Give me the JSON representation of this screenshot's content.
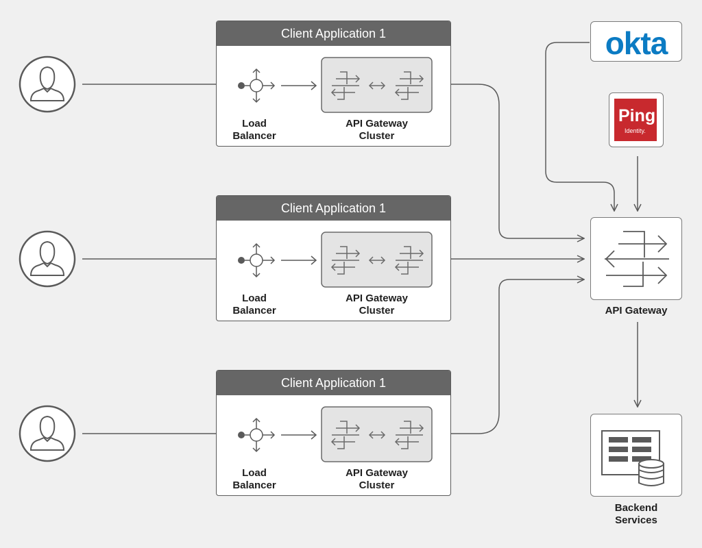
{
  "users": [
    {
      "icon": "user-icon"
    },
    {
      "icon": "user-icon"
    },
    {
      "icon": "user-icon"
    }
  ],
  "clients": [
    {
      "title": "Client Application 1",
      "lb_line1": "Load",
      "lb_line2": "Balancer",
      "cluster_line1": "API Gateway",
      "cluster_line2": "Cluster"
    },
    {
      "title": "Client Application 1",
      "lb_line1": "Load",
      "lb_line2": "Balancer",
      "cluster_line1": "API Gateway",
      "cluster_line2": "Cluster"
    },
    {
      "title": "Client Application 1",
      "lb_line1": "Load",
      "lb_line2": "Balancer",
      "cluster_line1": "API Gateway",
      "cluster_line2": "Cluster"
    }
  ],
  "identity_providers": {
    "okta": {
      "logo_text": "okta"
    },
    "ping": {
      "logo_text": "Ping",
      "logo_subtext": "Identity."
    }
  },
  "gateway": {
    "label": "API Gateway"
  },
  "backend": {
    "label_line1": "Backend",
    "label_line2": "Services"
  },
  "colors": {
    "background": "#f0f0f0",
    "header": "#666666",
    "line": "#5a5a5a",
    "cluster_fill": "#e4e4e4",
    "okta_blue": "#0b7bc3",
    "ping_red": "#c8292e"
  }
}
